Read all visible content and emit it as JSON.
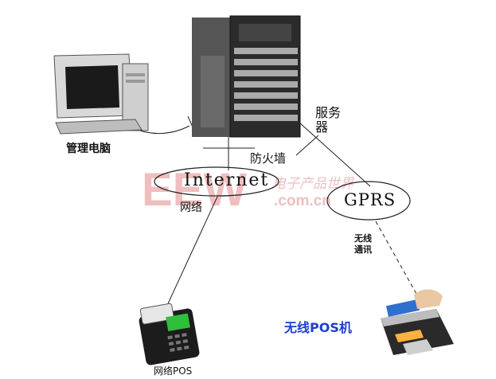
{
  "nodes": {
    "management_pc": {
      "label": "管理电脑"
    },
    "server": {
      "label_line1": "服务",
      "label_line2": "器"
    },
    "firewall": {
      "label": "防火墙"
    },
    "internet": {
      "label": "Internet",
      "sub_label": "网络"
    },
    "gprs": {
      "label": "GPRS",
      "link_label_line1": "无线",
      "link_label_line2": "通讯"
    },
    "network_pos": {
      "label": "网络POS"
    },
    "wireless_pos": {
      "label": "无线POS机"
    }
  },
  "watermark": {
    "text": "EEW",
    "sub_text": "电子产品世界",
    "domain": ".com.cn"
  },
  "colors": {
    "line": "#222222",
    "watermark_red": "#e48a8a",
    "wireless_pos_label": "#1e3fcf",
    "pos_screen": "#2fbf3a",
    "card_blue": "#2f6fd0"
  }
}
